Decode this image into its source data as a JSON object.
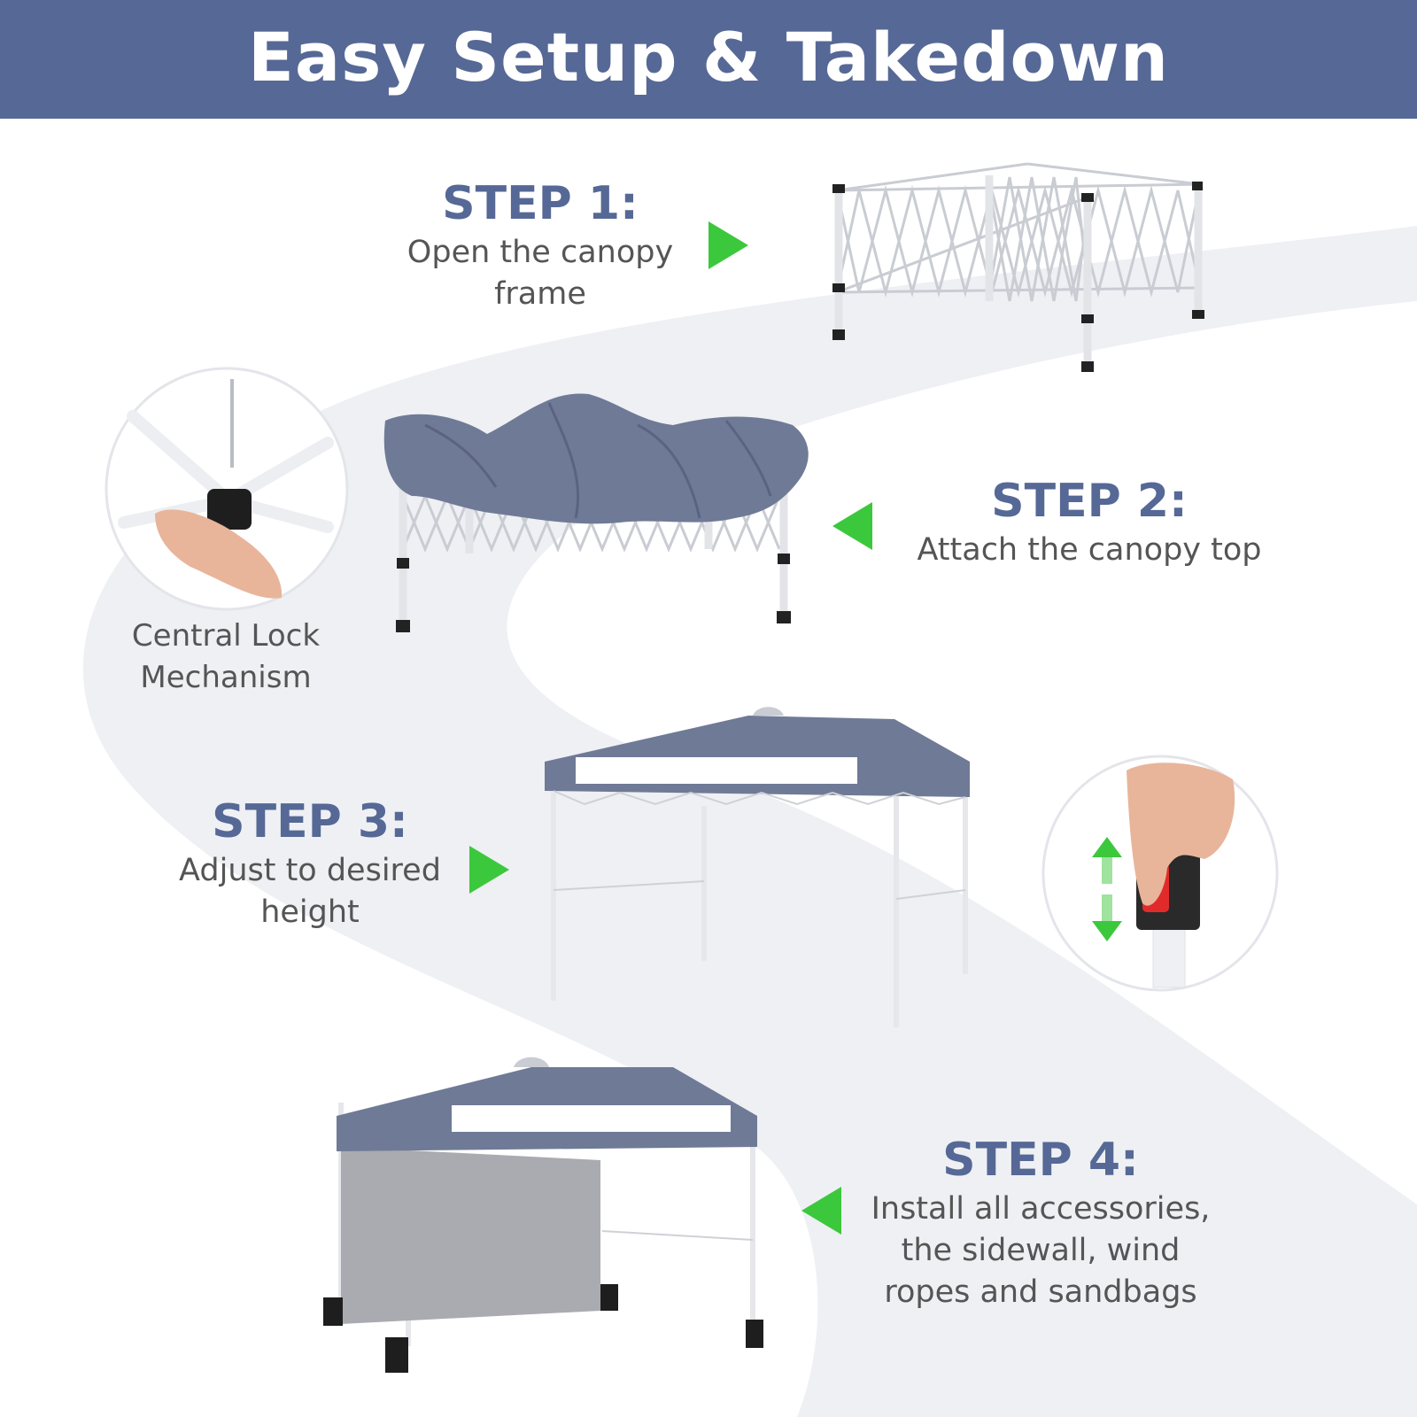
{
  "banner": {
    "title": "Easy Setup & Takedown"
  },
  "colors": {
    "banner": "#566895",
    "step_heading": "#566895",
    "arrow": "#3cc83c",
    "canopy": "#6f7a96",
    "path": "#eef0f4",
    "text": "#555555"
  },
  "steps": [
    {
      "heading": "STEP 1:",
      "line1": "Open the canopy",
      "line2": "frame"
    },
    {
      "heading": "STEP 2:",
      "line1": "Attach the canopy top",
      "line2": ""
    },
    {
      "heading": "STEP 3:",
      "line1": "Adjust to desired",
      "line2": "height"
    },
    {
      "heading": "STEP 4:",
      "line1": "Install all accessories,",
      "line2": "the sidewall, wind",
      "line3": "ropes and sandbags"
    }
  ],
  "central_lock": {
    "line1": "Central Lock",
    "line2": "Mechanism"
  },
  "icons": [
    "arrow-right-icon",
    "arrow-left-icon",
    "up-down-arrow-icon"
  ]
}
